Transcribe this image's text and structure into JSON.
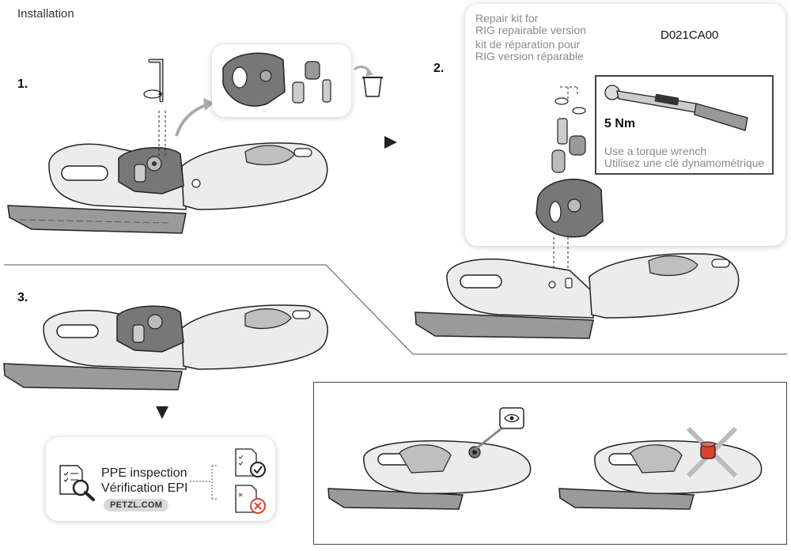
{
  "page": {
    "title": "Installation"
  },
  "steps": {
    "s1": "1.",
    "s2": "2.",
    "s3": "3."
  },
  "repair_kit": {
    "line1": "Repair kit for",
    "line2": "RIG repairable version",
    "line3": "kit de réparation pour",
    "line4": "RIG version réparable",
    "reference": "D021CA00"
  },
  "torque": {
    "value": "5 Nm",
    "instruction_en": "Use a torque wrench",
    "instruction_fr": "Utilisez une clé dynamométrique"
  },
  "inspection": {
    "line_en": "PPE inspection",
    "line_fr": "Vérification EPI",
    "website": "PETZL.COM"
  },
  "colors": {
    "body_light": "#ececec",
    "body_mid": "#cfcfcf",
    "plate_dark": "#777777",
    "handle": "#9a9a9a",
    "outline": "#222222",
    "check_red": "#d9432f",
    "arrow": "#aaaaaa"
  },
  "icons": [
    "allen-key-icon",
    "rotate-icon",
    "trash-icon",
    "torque-wrench-icon",
    "checklist-icon",
    "magnifier-icon",
    "check-circle-icon",
    "cross-circle-icon",
    "eye-icon",
    "arrow-right-icon",
    "arrow-down-icon"
  ]
}
